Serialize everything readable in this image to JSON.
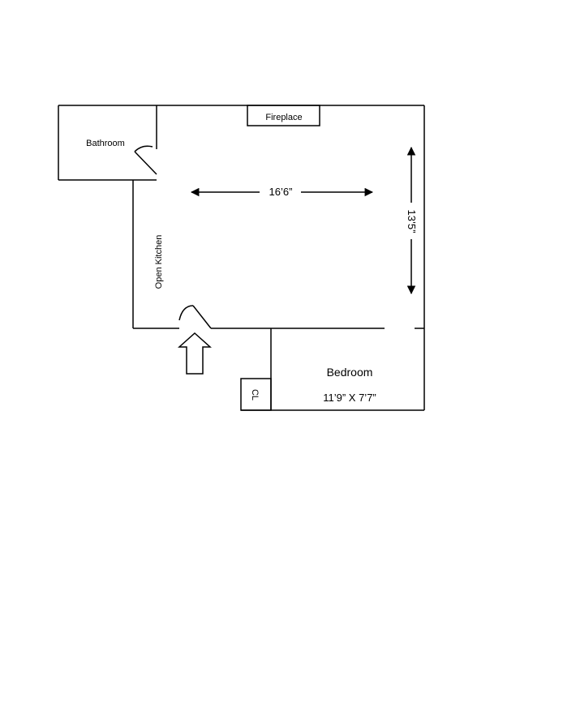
{
  "rooms": {
    "bathroom": "Bathroom",
    "fireplace": "Fireplace",
    "open_kitchen": "Open Kitchen",
    "bedroom": "Bedroom",
    "closet": "CL"
  },
  "dimensions": {
    "living_width": "16’6”",
    "living_depth": "13’5”",
    "bedroom_size": "11’9” X 7’7”"
  },
  "colors": {
    "line": "#000000",
    "background": "#ffffff"
  }
}
